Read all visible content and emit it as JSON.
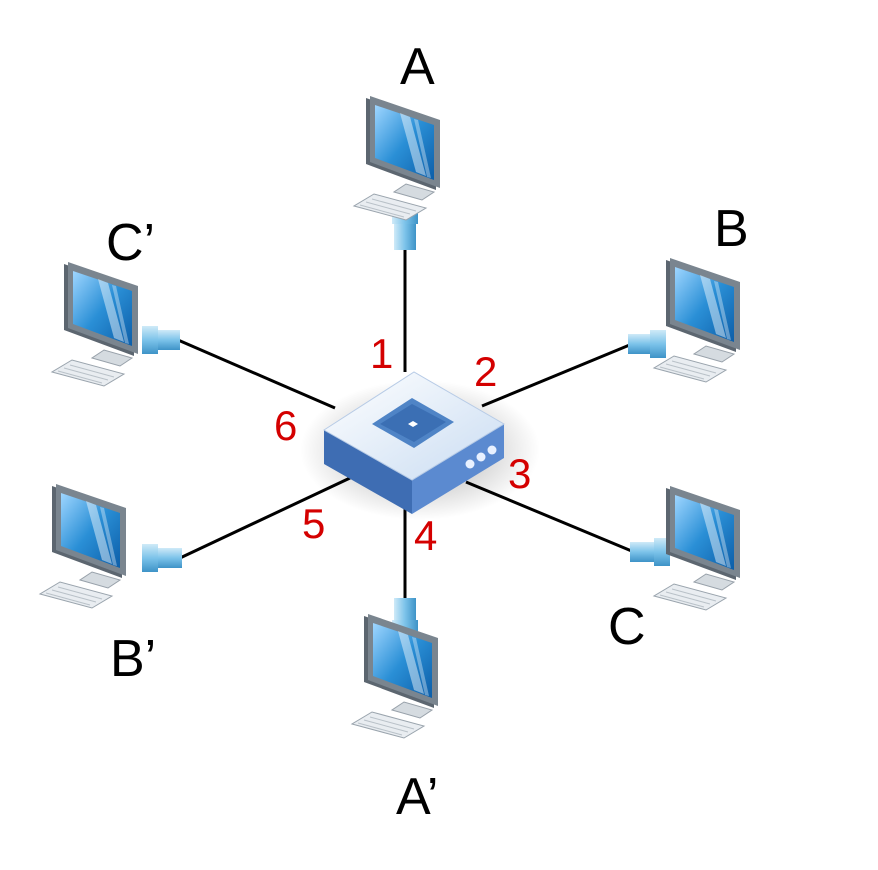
{
  "colors": {
    "port_label": "#d40000",
    "cable": "#000000",
    "screen": "#2a8fd6",
    "switch_top": "#e6f0fb",
    "switch_side": "#3f6fb5"
  },
  "switch": {
    "icon": "network-switch-icon"
  },
  "hosts": [
    {
      "id": "A",
      "label": "A",
      "port": "1",
      "icon": "desktop-computer-icon"
    },
    {
      "id": "B",
      "label": "B",
      "port": "2",
      "icon": "desktop-computer-icon"
    },
    {
      "id": "C",
      "label": "C",
      "port": "3",
      "icon": "desktop-computer-icon"
    },
    {
      "id": "A2",
      "label": "A’",
      "port": "4",
      "icon": "desktop-computer-icon"
    },
    {
      "id": "B2",
      "label": "B’",
      "port": "5",
      "icon": "desktop-computer-icon"
    },
    {
      "id": "C2",
      "label": "C’",
      "port": "6",
      "icon": "desktop-computer-icon"
    }
  ]
}
